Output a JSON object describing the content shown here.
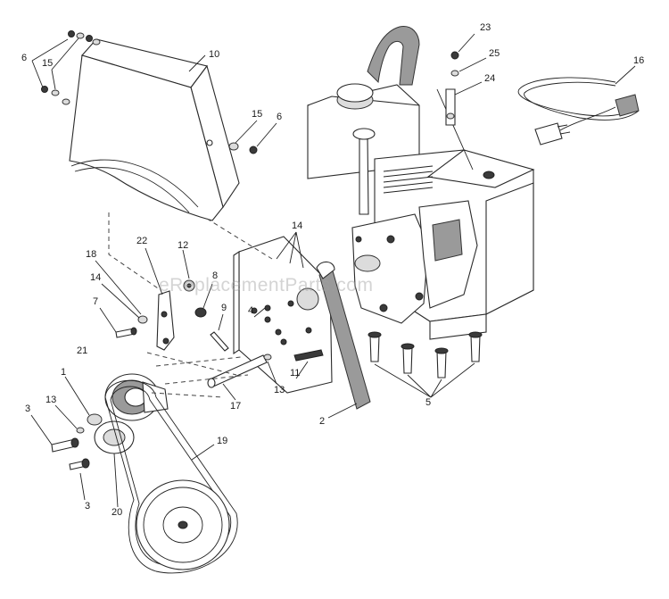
{
  "watermark": "eReplacementParts.com",
  "callouts": [
    {
      "id": "c6a",
      "text": "6"
    },
    {
      "id": "c15a",
      "text": "15"
    },
    {
      "id": "c10",
      "text": "10"
    },
    {
      "id": "c15b",
      "text": "15"
    },
    {
      "id": "c6b",
      "text": "6"
    },
    {
      "id": "c23",
      "text": "23"
    },
    {
      "id": "c25",
      "text": "25"
    },
    {
      "id": "c24",
      "text": "24"
    },
    {
      "id": "c16",
      "text": "16"
    },
    {
      "id": "c14a",
      "text": "14"
    },
    {
      "id": "c22",
      "text": "22"
    },
    {
      "id": "c12",
      "text": "12"
    },
    {
      "id": "c18",
      "text": "18"
    },
    {
      "id": "c8",
      "text": "8"
    },
    {
      "id": "c14b",
      "text": "14"
    },
    {
      "id": "c9",
      "text": "9"
    },
    {
      "id": "c7",
      "text": "7"
    },
    {
      "id": "c4",
      "text": "4"
    },
    {
      "id": "c21",
      "text": "21"
    },
    {
      "id": "c11",
      "text": "11"
    },
    {
      "id": "c1",
      "text": "1"
    },
    {
      "id": "c13a",
      "text": "13"
    },
    {
      "id": "c13b",
      "text": "13"
    },
    {
      "id": "c17",
      "text": "17"
    },
    {
      "id": "c3a",
      "text": "3"
    },
    {
      "id": "c2",
      "text": "2"
    },
    {
      "id": "c5",
      "text": "5"
    },
    {
      "id": "c19",
      "text": "19"
    },
    {
      "id": "c20",
      "text": "20"
    },
    {
      "id": "c3b",
      "text": "3"
    }
  ]
}
